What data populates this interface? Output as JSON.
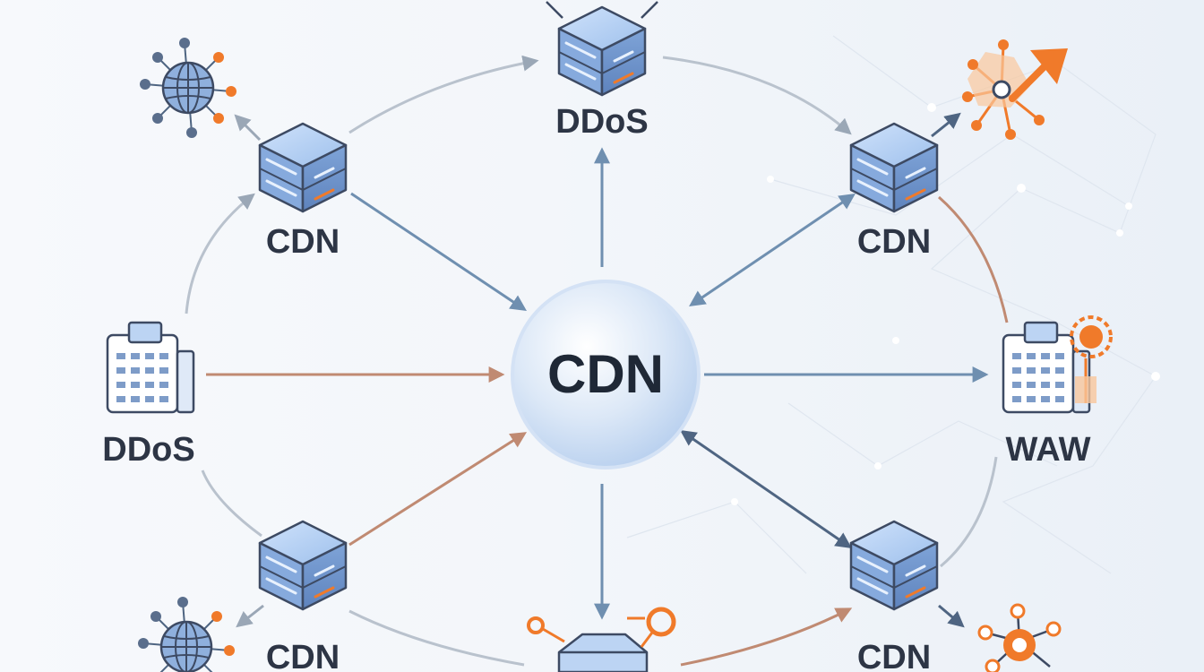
{
  "nodes": {
    "center": {
      "label": "CDN"
    },
    "top": {
      "label": "DDoS"
    },
    "top_left": {
      "label": "CDN"
    },
    "top_right": {
      "label": "CDN"
    },
    "left": {
      "label": "DDoS"
    },
    "right": {
      "label": "WAW"
    },
    "bottom_left": {
      "label": "CDN"
    },
    "bottom_right": {
      "label": "CDN"
    }
  },
  "colors": {
    "arrow_blue": "#6f8fb0",
    "arrow_orange": "#c08a72",
    "ring_gray": "#b9c2cd",
    "accent_orange": "#f07a2a",
    "server_blue": "#8fb4e6",
    "outline": "#3d4a63"
  },
  "icons": {
    "server": "server-box-icon",
    "globe": "globe-network-icon",
    "building": "building-icon",
    "hexagon": "hexagon-box-icon",
    "network": "orange-network-icon"
  }
}
